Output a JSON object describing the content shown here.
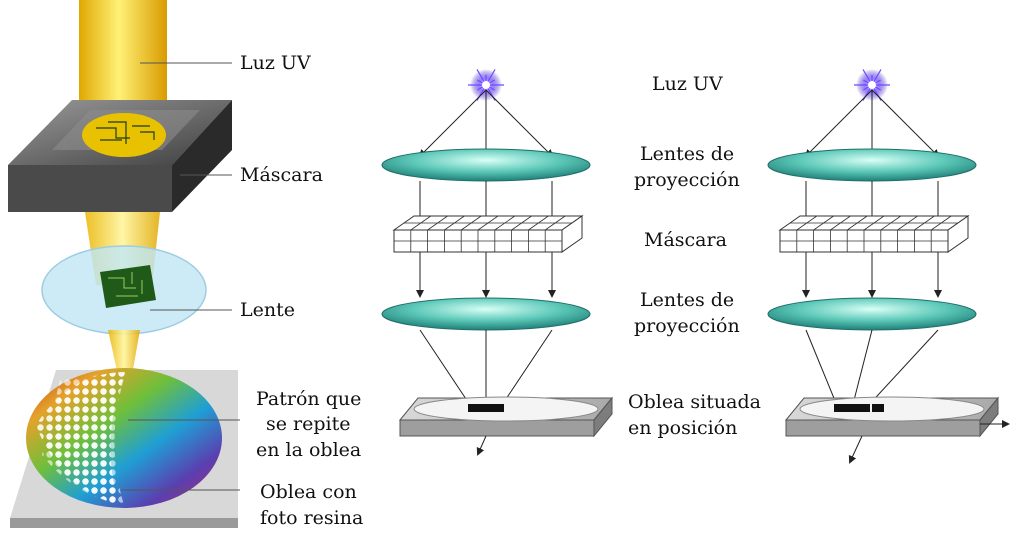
{
  "left_panel": {
    "labels": {
      "luz_uv": "Luz UV",
      "mascara": "Máscara",
      "lente": "Lente",
      "patron_1": "Patrón que",
      "patron_2": "se repite",
      "patron_3": "en la oblea",
      "oblea_1": "Oblea con",
      "oblea_2": "foto resina"
    }
  },
  "right_panel": {
    "labels": {
      "luz_uv": "Luz UV",
      "lentes_1a": "Lentes de",
      "lentes_1b": "proyección",
      "mascara": "Máscara",
      "lentes_2a": "Lentes de",
      "lentes_2b": "proyección",
      "oblea_a": "Oblea situada",
      "oblea_b": "en posición"
    }
  },
  "colors": {
    "uv_beam": "#f2c200",
    "lens": "#3fb5a8",
    "mask_frame": "#6b6b6b",
    "light_source": "#7a5cff"
  }
}
